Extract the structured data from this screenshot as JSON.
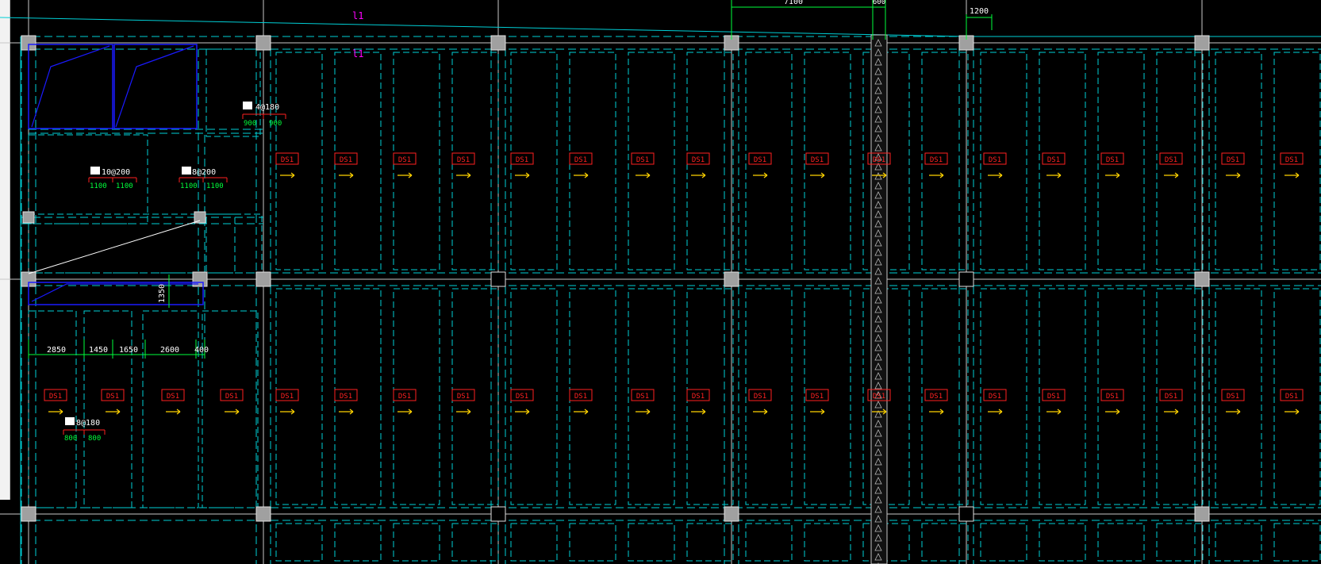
{
  "app": {
    "title": ""
  },
  "colors": {
    "background": "#000000",
    "slab_edge": "#00cfd6",
    "grid": "#c8c8c8",
    "column": "#a0a0a0",
    "label_red": "#ff2020",
    "label_yellow": "#ffd200",
    "dim_green": "#00ff3c",
    "magenta": "#ff00ff",
    "blue": "#1a1aff",
    "white": "#ffffff"
  },
  "markers": {
    "top": "l1",
    "top2": "l1"
  },
  "slab_label": "DS1",
  "dims_top": {
    "d1": "7100",
    "d2": "600",
    "d3": "1200"
  },
  "rebar_notes": [
    {
      "text": "4@180",
      "left": "900",
      "right": "900"
    },
    {
      "text": "10@200",
      "left": "1100",
      "right": "1100"
    },
    {
      "text": "8@200",
      "left": "1100",
      "right": "1100"
    },
    {
      "text": "8@180",
      "left": "800",
      "right": "800"
    }
  ],
  "stair_note": "",
  "dim_vertical": "1350",
  "dims_row": [
    "2850",
    "1450",
    "1650",
    "2600",
    "400"
  ],
  "chart_data": null
}
